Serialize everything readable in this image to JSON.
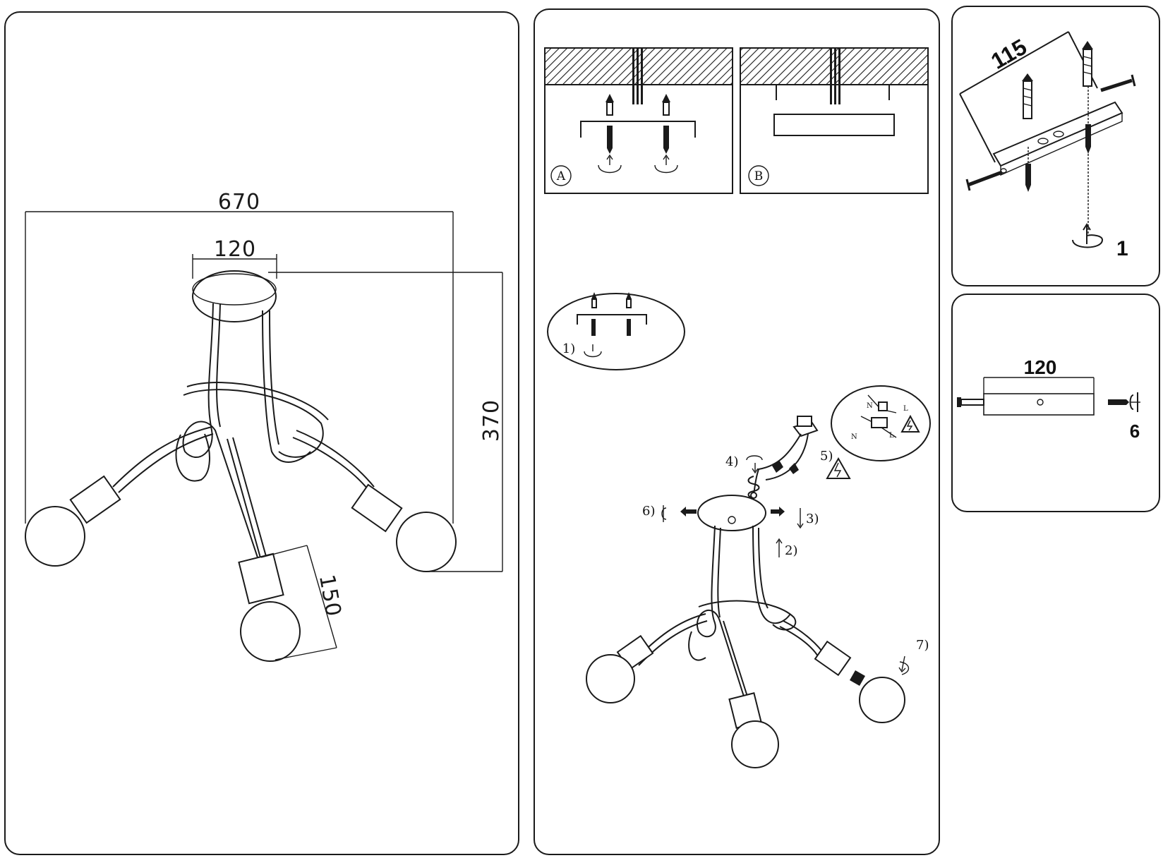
{
  "panel_dimensions": {
    "width_label": "670",
    "canopy_label": "120",
    "height_label": "370",
    "shade_label": "150"
  },
  "panel_steps": {
    "variant_a": "A",
    "variant_b": "B",
    "step1": "1)",
    "step2": "2)",
    "step3": "3)",
    "step4": "4)",
    "step5": "5)",
    "step6": "6)",
    "step7": "7)",
    "terminal_labels": [
      "N",
      "L",
      "N",
      "L"
    ]
  },
  "panel_bracket": {
    "length_label": "115",
    "turn_count": "1"
  },
  "panel_canopy": {
    "width_label": "120",
    "screw_count": "6"
  }
}
